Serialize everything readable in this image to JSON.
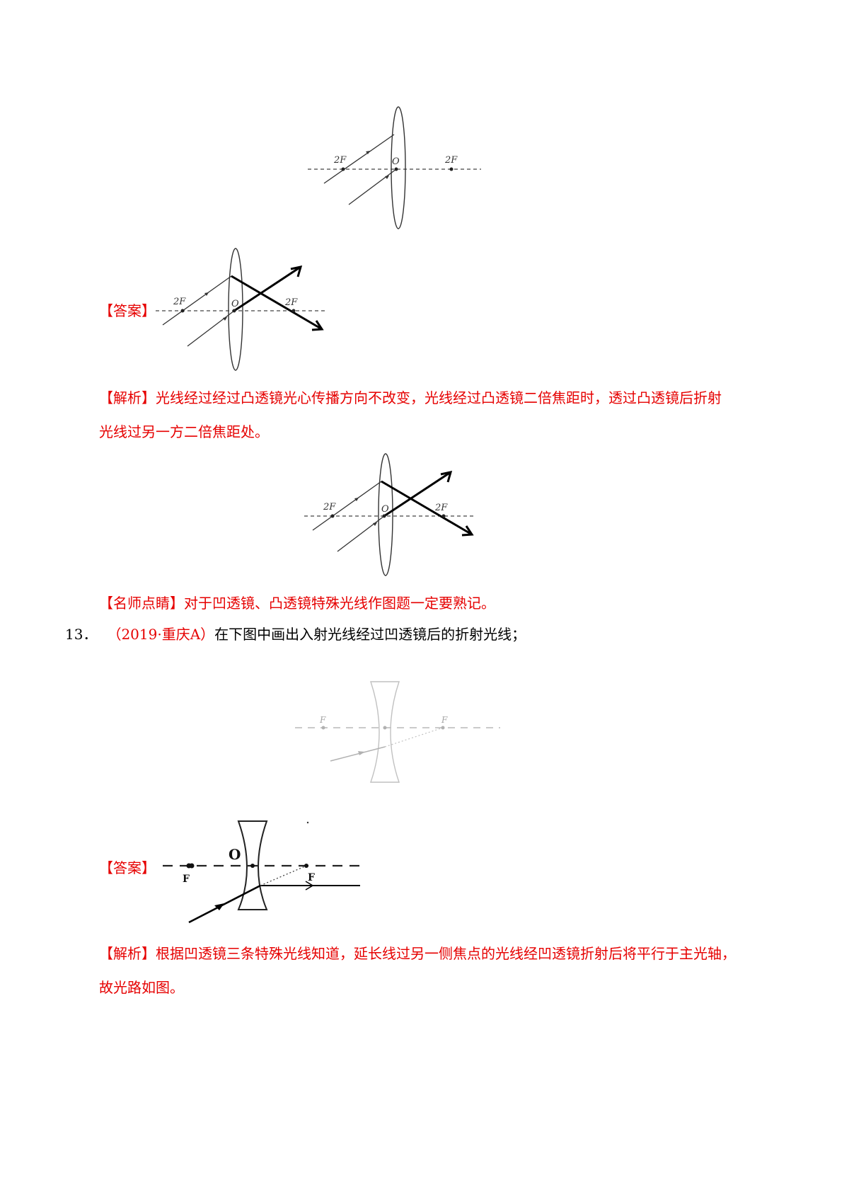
{
  "fig1": {
    "label_2f_left": "2F",
    "label_o": "O",
    "label_2f_right": "2F"
  },
  "answer1": {
    "tag": "【答案】",
    "label_2f_left": "2F",
    "label_o": "O",
    "label_2f_right": "2F"
  },
  "analysis1": {
    "tag": "【解析】",
    "line1": "光线经过经过凸透镜光心传播方向不改变，光线经过凸透镜二倍焦距时，透过凸透镜后折射",
    "line2": "光线过另一方二倍焦距处。"
  },
  "fig2": {
    "label_2f_left": "2F",
    "label_o": "O",
    "label_2f_right": "2F"
  },
  "tip": {
    "tag": "【名师点睛】",
    "text": "对于凹透镜、凸透镜特殊光线作图题一定要熟记。"
  },
  "q13": {
    "number": "13．",
    "source": "（2019·重庆A）",
    "text": "在下图中画出入射光线经过凹透镜后的折射光线；"
  },
  "fig3": {
    "label_f_left": "F",
    "label_f_right": "F"
  },
  "answer2": {
    "tag": "【答案】",
    "label_o": "O",
    "label_f_left": "F",
    "label_f_right": "F"
  },
  "analysis2": {
    "tag": "【解析】",
    "line1": "根据凹透镜三条特殊光线知道，延长线过另一侧焦点的光线经凹透镜折射后将平行于主光轴，",
    "line2": "故光路如图。"
  }
}
